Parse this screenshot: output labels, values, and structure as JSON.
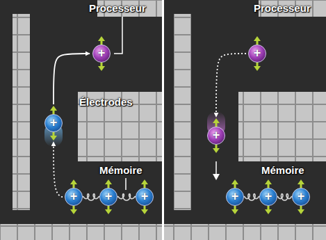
{
  "diagram": {
    "nodes": [
      {
        "text": [
          "+"
        ]
      },
      {
        "text": [
          "+"
        ]
      },
      {
        "text": [
          "+"
        ]
      },
      {
        "text": [
          "+"
        ]
      },
      {
        "text": [
          "+"
        ]
      },
      {
        "text": [
          "+"
        ]
      },
      {
        "text": [
          "+"
        ]
      },
      {
        "text": [
          "+"
        ]
      },
      {
        "text": [
          "+"
        ]
      },
      {
        "text": [
          "+"
        ]
      }
    ],
    "edges": [
      {
        "from": 2,
        "to": 3,
        "arrow": "none"
      },
      {
        "from": 3,
        "to": 4,
        "arrow": "none"
      },
      {
        "from": 2,
        "to": 1,
        "arrow": "to"
      },
      {
        "from": 1,
        "to": 0,
        "arrow": "to"
      },
      {
        "from": 7,
        "to": 8,
        "arrow": "none"
      },
      {
        "from": 8,
        "to": 9,
        "arrow": "none"
      },
      {
        "from": 5,
        "to": 6,
        "arrow": "to"
      }
    ],
    "labels": [
      "Processeur",
      "Électrodes",
      "Mémoire",
      "Processeur",
      "Mémoire"
    ]
  }
}
